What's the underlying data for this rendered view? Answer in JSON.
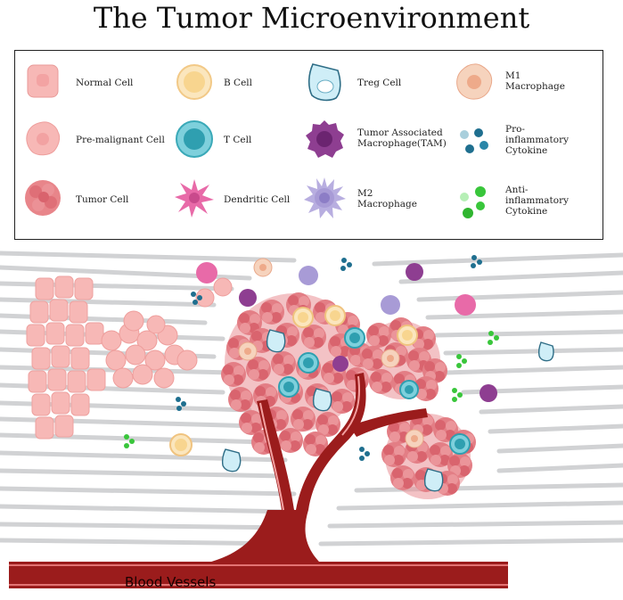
{
  "title": "The Tumor Microenvironment",
  "legend": [
    {
      "key": "normal",
      "label": "Normal Cell"
    },
    {
      "key": "premalignant",
      "label": "Pre-malignant Cell"
    },
    {
      "key": "tumor",
      "label": "Tumor Cell"
    },
    {
      "key": "bcell",
      "label": "B Cell"
    },
    {
      "key": "tcell",
      "label": "T Cell"
    },
    {
      "key": "dendritic",
      "label": "Dendritic Cell"
    },
    {
      "key": "treg",
      "label": "Treg Cell"
    },
    {
      "key": "tam",
      "label": "Tumor Associated\nMacrophage(TAM)"
    },
    {
      "key": "m2",
      "label": "M2\nMacrophage"
    },
    {
      "key": "m1",
      "label": "M1\nMacrophage"
    },
    {
      "key": "proinflam",
      "label": "Pro-\ninflammatory\nCytokine"
    },
    {
      "key": "antiinflam",
      "label": "Anti-\ninflammatory\nCytokine"
    }
  ],
  "vessel_label": "Blood Vessels",
  "colors": {
    "normal": "#f7b8b6",
    "tumor": "#e8858a",
    "bcell": "#f8d58f",
    "tcell": "#3bb4c4",
    "treg": "#cfeef7",
    "tam": "#8e3e91",
    "m2": "#a89bd6",
    "m1": "#f3c1a2",
    "dendritic": "#e86aa8",
    "pro": "#1f6f8f",
    "anti": "#39c63b",
    "vessel": "#9b1c1c"
  }
}
